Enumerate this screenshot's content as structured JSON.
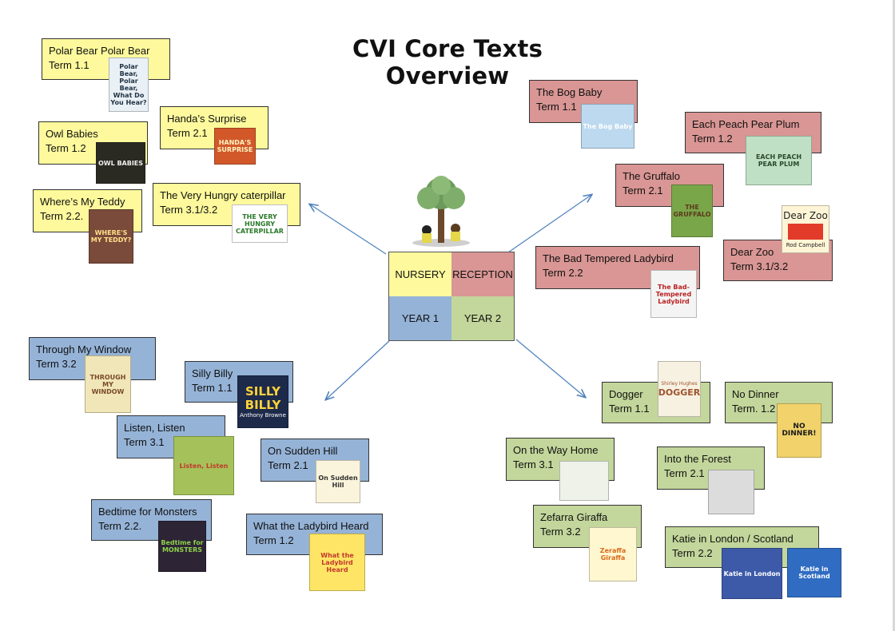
{
  "title": "CVI Core Texts Overview",
  "grid": {
    "nursery": "NURSERY",
    "reception": "RECEPTION",
    "year1": "YEAR 1",
    "year2": "YEAR 2"
  },
  "colors": {
    "nursery": "#fdf99c",
    "reception": "#d99694",
    "year1": "#95b3d7",
    "year2": "#c3d69b",
    "arrow": "#4f81bd"
  },
  "nursery": {
    "b1": {
      "title": "Polar Bear Polar Bear",
      "term": "Term 1.1"
    },
    "b2": {
      "title": "Handa’s Surprise",
      "term": "Term 2.1"
    },
    "b3": {
      "title": "Owl Babies",
      "term": "Term 1.2"
    },
    "b4": {
      "title": "Where’s My Teddy",
      "term": "Term 2.2."
    },
    "b5": {
      "title": "The Very Hungry caterpillar",
      "term": "Term 3.1/3.2"
    }
  },
  "reception": {
    "b1": {
      "title": "The Bog Baby",
      "term": "Term 1.1"
    },
    "b2": {
      "title": "Each Peach Pear Plum",
      "term": "Term 1.2"
    },
    "b3": {
      "title": "The Gruffalo",
      "term": "Term 2.1"
    },
    "b4": {
      "title": "Dear Zoo",
      "term": "Term 3.1/3.2"
    },
    "b5": {
      "title": "The Bad Tempered Ladybird",
      "term": "Term 2.2"
    }
  },
  "year1": {
    "b1": {
      "title": "Through My Window",
      "term": "Term 3.2"
    },
    "b2": {
      "title": "Silly Billy",
      "term": "Term 1.1"
    },
    "b3": {
      "title": "Listen, Listen",
      "term": "Term 3.1"
    },
    "b4": {
      "title": "On Sudden Hill",
      "term": "Term 2.1"
    },
    "b5": {
      "title": "Bedtime for Monsters",
      "term": "Term 2.2."
    },
    "b6": {
      "title": "What the Ladybird Heard",
      "term": "Term 1.2"
    }
  },
  "year2": {
    "b1": {
      "title": "Dogger",
      "term": "Term 1.1"
    },
    "b2": {
      "title": "No Dinner",
      "term": "Term. 1.2"
    },
    "b3": {
      "title": "On the Way Home",
      "term": "Term 3.1"
    },
    "b4": {
      "title": "Into the Forest",
      "term": "Term 2.1"
    },
    "b5": {
      "title": "Zefarra Giraffa",
      "term": "Term 3.2"
    },
    "b6": {
      "title": "Katie in London / Scotland",
      "term": "Term 2.2"
    }
  },
  "covers": {
    "polar": "Polar Bear, Polar Bear, What Do You Hear?",
    "handa": "HANDA'S SURPRISE",
    "owl": "OWL BABIES",
    "teddy": "WHERE'S MY TEDDY?",
    "caterpillar": "THE VERY HUNGRY CATERPILLAR",
    "bogbaby": "The Bog Baby",
    "peach": "EACH PEACH PEAR PLUM",
    "gruffalo": "THE GRUFFALO",
    "dearzoo": "Dear Zoo",
    "dearzoo_author": "Rod Campbell",
    "ladybird": "The Bad-Tempered Ladybird",
    "window": "THROUGH MY WINDOW",
    "silly": "SILLY BILLY",
    "silly_author": "Anthony Browne",
    "listen": "Listen, Listen",
    "sudden": "On Sudden Hill",
    "monsters": "Bedtime for MONSTERS",
    "whatlady": "What the Ladybird Heard",
    "dogger": "DOGGER",
    "dogger_author": "Shirley Hughes",
    "nodinner": "NO DINNER!",
    "wayhome": "",
    "forest": "",
    "zefarra": "Zeraffa Giraffa",
    "katielondon": "Katie in London",
    "katiescot": "Katie in Scotland"
  }
}
